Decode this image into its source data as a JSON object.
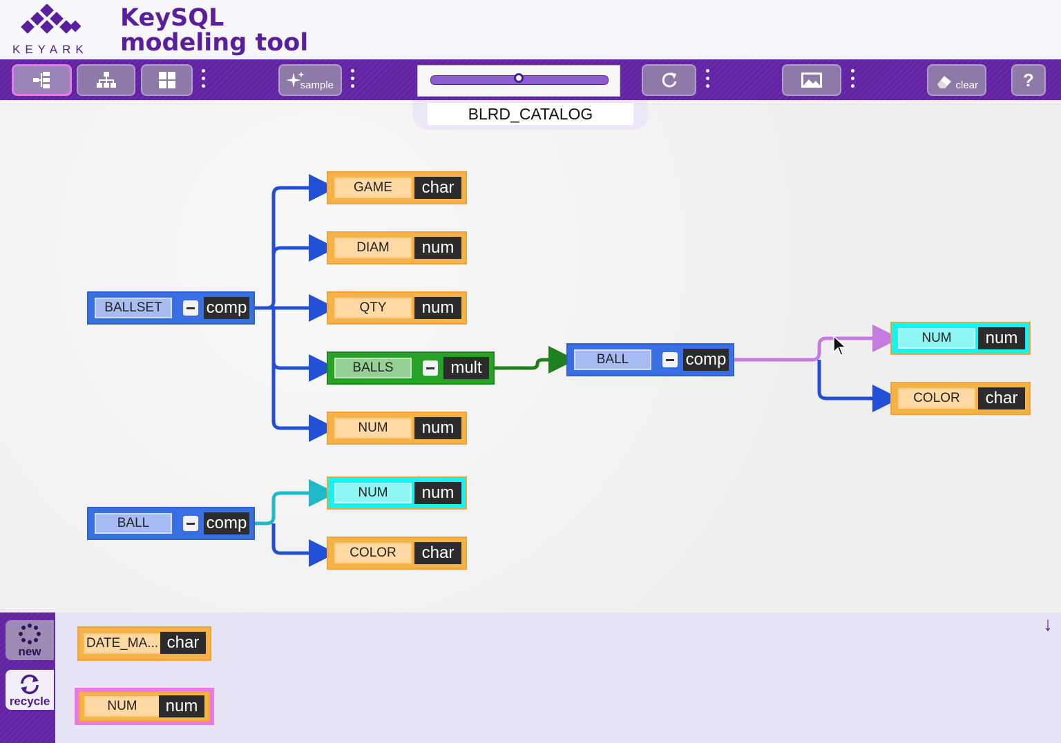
{
  "app": {
    "logo_text": "KEYARK",
    "title_line1": "KeySQL",
    "title_line2": "modeling tool"
  },
  "toolbar": {
    "sample_label": "sample",
    "clear_label": "clear",
    "help_label": "?",
    "icons": [
      "tree-view-icon",
      "hierarchy-icon",
      "grid-icon",
      "sparkle-icon",
      "refresh-icon",
      "image-icon",
      "eraser-icon",
      "help-icon"
    ]
  },
  "slider": {
    "value_fraction": 0.5
  },
  "model": {
    "name": "BLRD_CATALOG"
  },
  "diagram": {
    "ballset": {
      "name": "BALLSET",
      "type": "comp"
    },
    "game": {
      "name": "GAME",
      "type": "char"
    },
    "diam": {
      "name": "DIAM",
      "type": "num"
    },
    "qty": {
      "name": "QTY",
      "type": "num"
    },
    "balls": {
      "name": "BALLS",
      "type": "mult"
    },
    "num1": {
      "name": "NUM",
      "type": "num"
    },
    "ball_nested": {
      "name": "BALL",
      "type": "comp"
    },
    "num_nested": {
      "name": "NUM",
      "type": "num"
    },
    "color_nested": {
      "name": "COLOR",
      "type": "char"
    },
    "ball2": {
      "name": "BALL",
      "type": "comp"
    },
    "num2": {
      "name": "NUM",
      "type": "num"
    },
    "color2": {
      "name": "COLOR",
      "type": "char"
    }
  },
  "palette": {
    "new_label": "new",
    "recycle_label": "recycle",
    "items": [
      {
        "name": "DATE_MA...",
        "type": "char"
      },
      {
        "name": "NUM",
        "type": "num"
      }
    ],
    "scroll_arrow": "↓"
  },
  "colors": {
    "brand": "#5a1f9c",
    "attribute": "#f5b246",
    "composite": "#3a6fe3",
    "multi": "#27a227",
    "selected": "#19f0f0",
    "highlight": "#e77ae6"
  }
}
